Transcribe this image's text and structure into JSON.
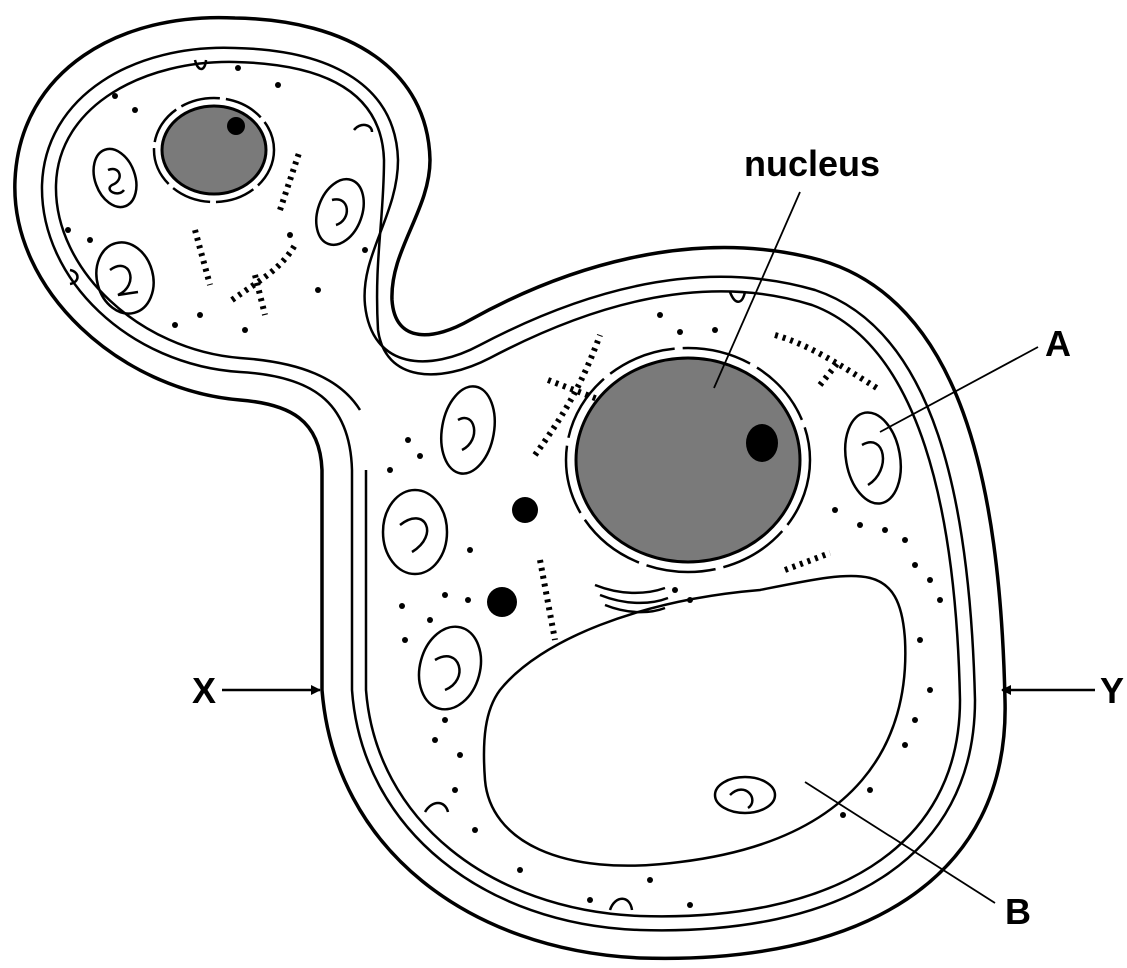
{
  "labels": {
    "nucleus": "nucleus",
    "a": "A",
    "b": "B",
    "x": "X",
    "y": "Y"
  },
  "colors": {
    "stroke": "#000000",
    "nucleus_fill": "#7a7a7a",
    "background": "#ffffff"
  }
}
